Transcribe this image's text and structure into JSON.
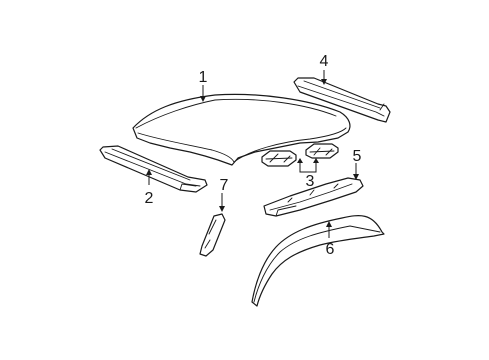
{
  "parts": [
    {
      "id": "roof-panel",
      "callout": "1"
    },
    {
      "id": "left-roof-rail",
      "callout": "2"
    },
    {
      "id": "roof-bows",
      "callout": "3"
    },
    {
      "id": "rear-header-reinforcement",
      "callout": "4"
    },
    {
      "id": "right-roof-rail",
      "callout": "5"
    },
    {
      "id": "drip-molding",
      "callout": "6"
    },
    {
      "id": "pillar-trim",
      "callout": "7"
    }
  ]
}
